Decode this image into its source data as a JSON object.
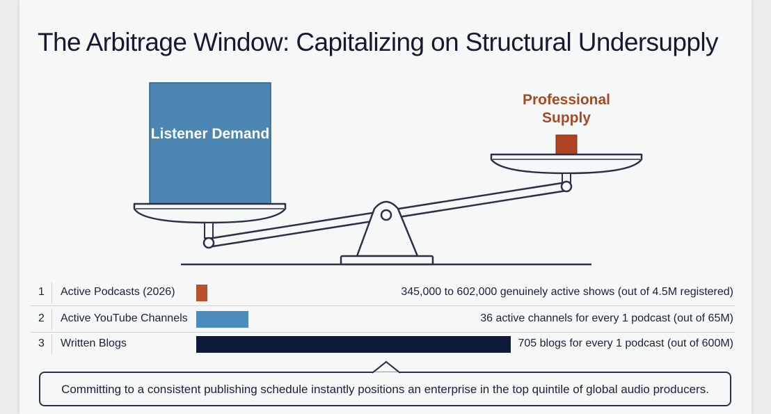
{
  "title": "The Arbitrage Window: Capitalizing on Structural Undersupply",
  "scale": {
    "demand_label": "Listener Demand",
    "supply_label": "Professional Supply"
  },
  "rows": [
    {
      "index": "1",
      "name": "Active Podcasts (2026)",
      "description": "345,000 to 602,000 genuinely active shows (out of 4.5M registered)",
      "bar_color": "#b8502c",
      "bar_fraction": 0.036
    },
    {
      "index": "2",
      "name": "Active YouTube Channels",
      "description": "36 active channels for every 1 podcast (out of 65M)",
      "bar_color": "#4c8cbc",
      "bar_fraction": 0.167
    },
    {
      "index": "3",
      "name": "Written Blogs",
      "description": "705 blogs for every 1 podcast (out of 600M)",
      "bar_color": "#0e1a3a",
      "bar_fraction": 1.0
    }
  ],
  "callout": "Committing to a consistent publishing schedule instantly positions an enterprise in the top quintile of global audio producers.",
  "colors": {
    "demand_block": "#4c86b2",
    "supply_block": "#b04422",
    "line": "#2a3145"
  }
}
